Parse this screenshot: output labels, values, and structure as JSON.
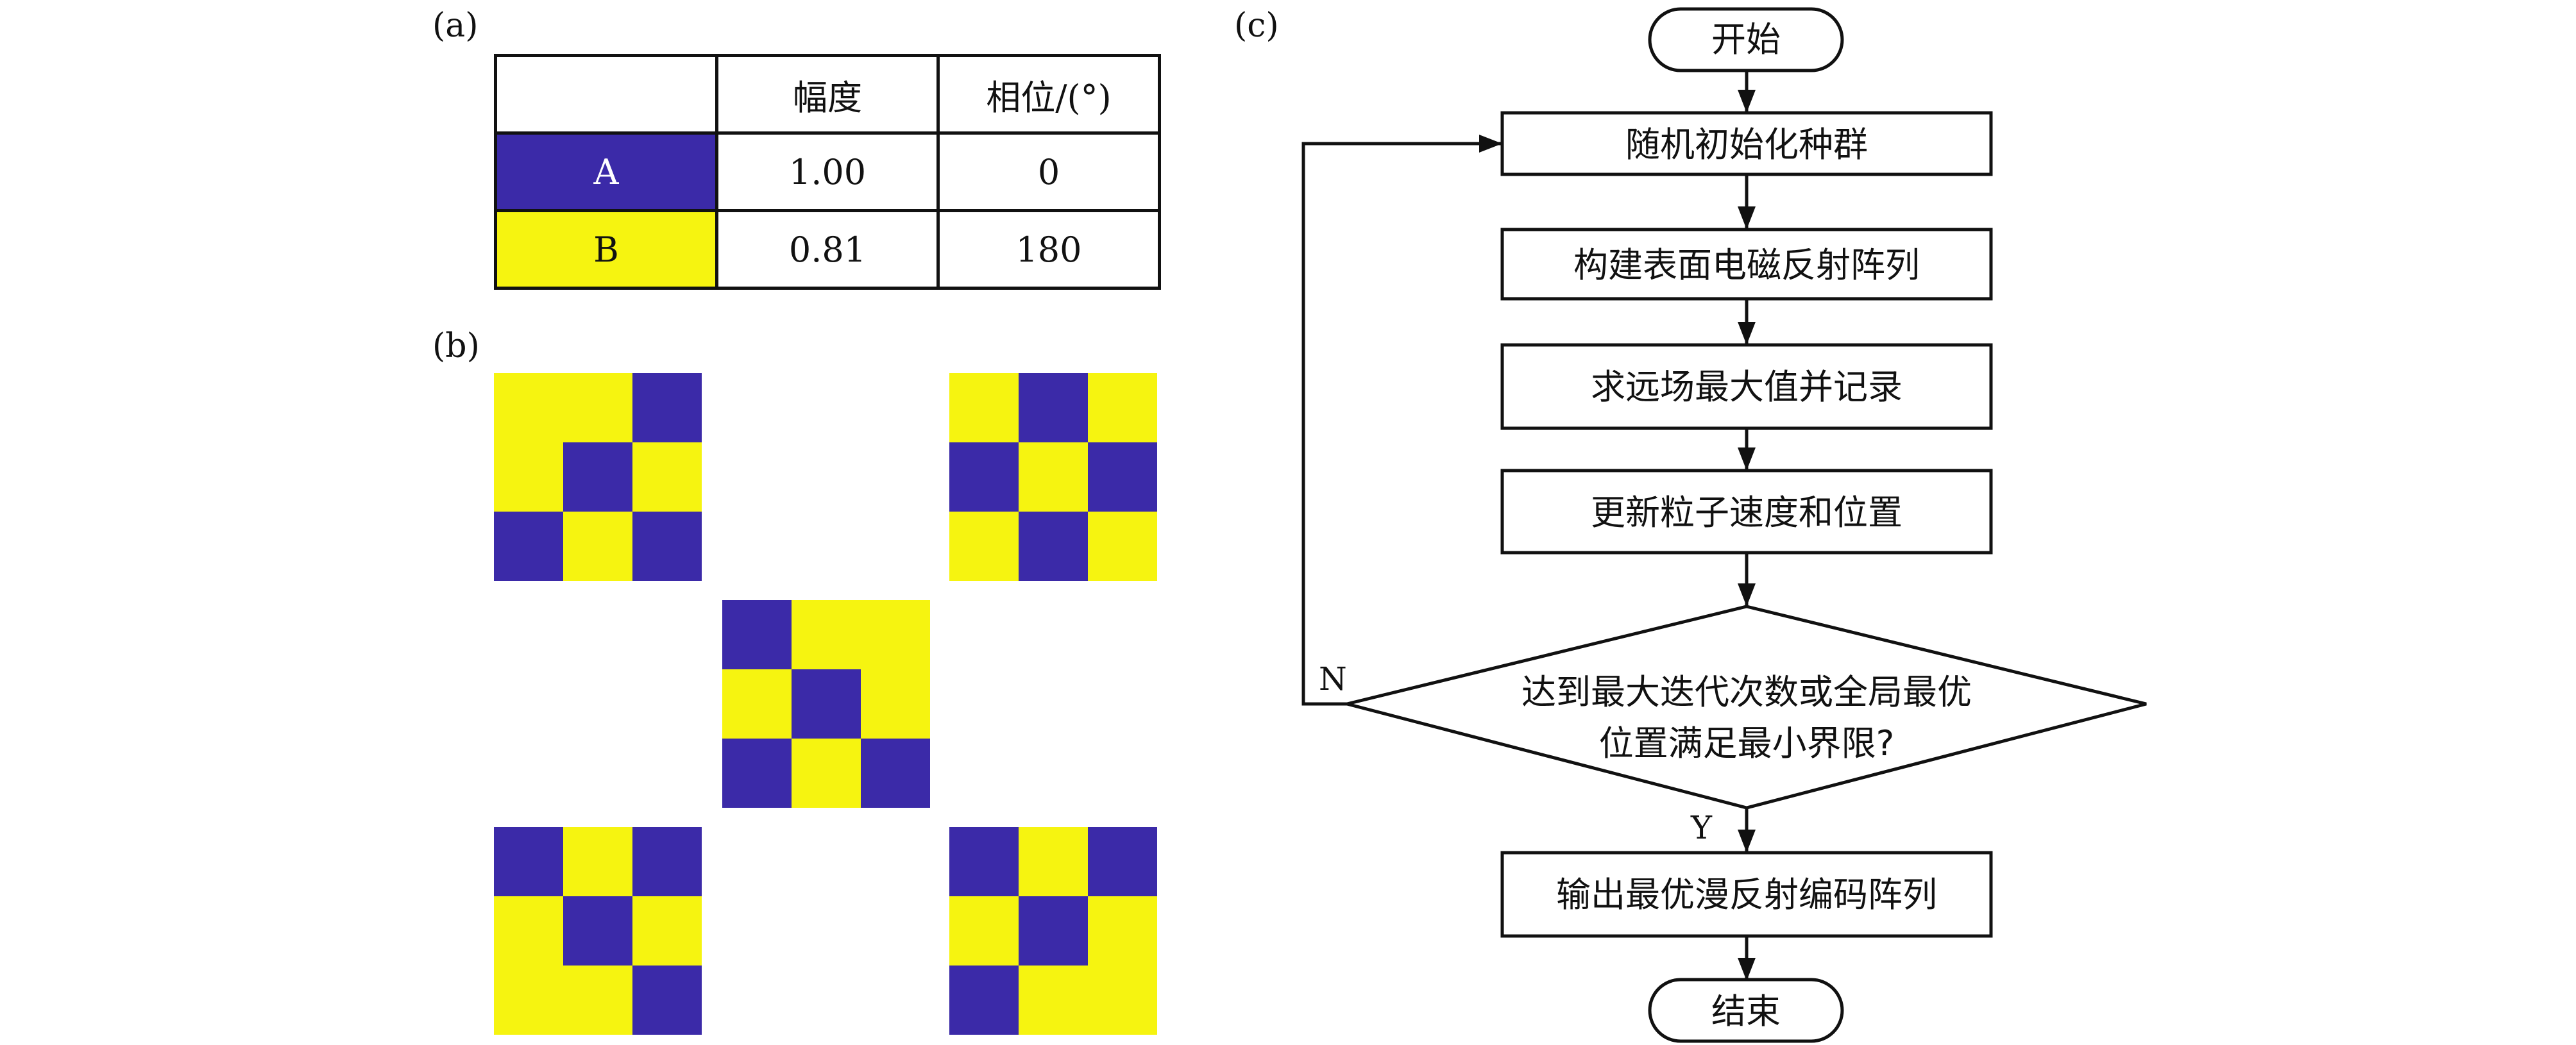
{
  "panels": {
    "a": "(a)",
    "b": "(b)",
    "c": "(c)"
  },
  "table": {
    "headers": [
      "",
      "幅度",
      "相位/(°)"
    ],
    "rows": [
      {
        "label": "A",
        "amplitude": "1.00",
        "phase": "0",
        "color": "#3B2AA8"
      },
      {
        "label": "B",
        "amplitude": "0.81",
        "phase": "180",
        "color": "#F6F410"
      }
    ]
  },
  "patterns": [
    {
      "cells": [
        "B",
        "B",
        "A",
        "B",
        "A",
        "B",
        "A",
        "B",
        "A"
      ]
    },
    {
      "cells": [
        "B",
        "A",
        "B",
        "A",
        "B",
        "A",
        "B",
        "A",
        "B"
      ]
    },
    {
      "cells": [
        "A",
        "B",
        "B",
        "B",
        "A",
        "B",
        "A",
        "B",
        "A"
      ]
    },
    {
      "cells": [
        "A",
        "B",
        "A",
        "B",
        "A",
        "B",
        "B",
        "B",
        "A"
      ]
    },
    {
      "cells": [
        "A",
        "B",
        "A",
        "B",
        "A",
        "B",
        "A",
        "B",
        "B"
      ]
    }
  ],
  "flowchart": {
    "start": "开始",
    "steps": [
      "随机初始化种群",
      "构建表面电磁反射阵列",
      "求远场最大值并记录",
      "更新粒子速度和位置"
    ],
    "decision_line1": "达到最大迭代次数或全局最优",
    "decision_line2": "位置满足最小界限?",
    "no_label": "N",
    "yes_label": "Y",
    "output": "输出最优漫反射编码阵列",
    "end": "结束"
  }
}
